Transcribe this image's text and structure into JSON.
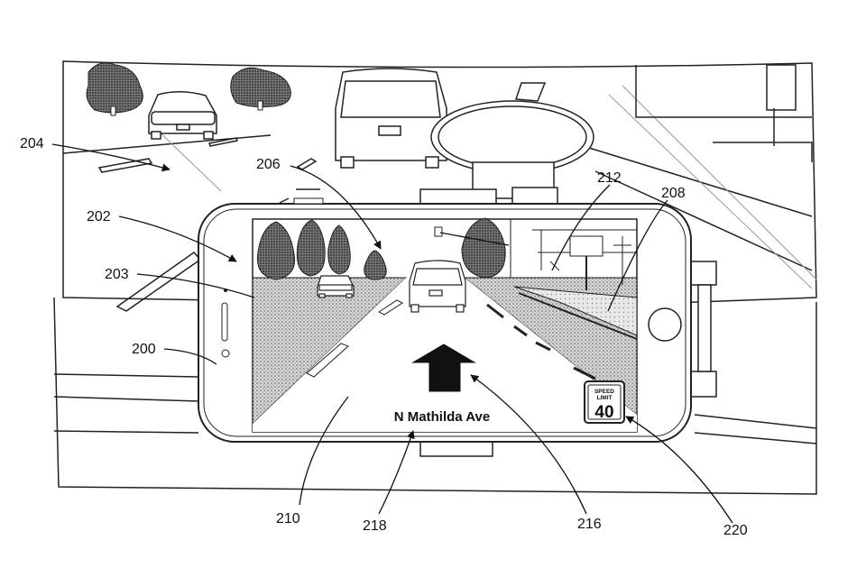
{
  "labels": {
    "ref_200": "200",
    "ref_202": "202",
    "ref_203": "203",
    "ref_204": "204",
    "ref_206": "206",
    "ref_208": "208",
    "ref_210": "210",
    "ref_212": "212",
    "ref_216": "216",
    "ref_218": "218",
    "ref_220": "220"
  },
  "screen": {
    "street_name": "N Mathilda Ave",
    "speed_sign_line1": "SPEED",
    "speed_sign_line2": "LIMIT",
    "speed_limit": "40"
  }
}
